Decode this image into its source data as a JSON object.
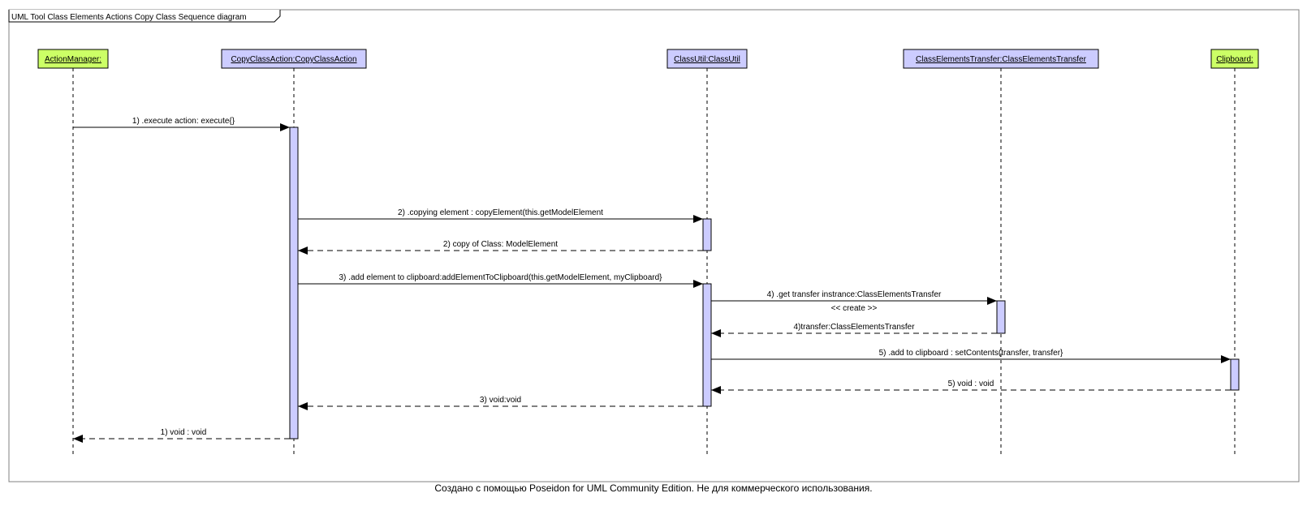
{
  "frame": {
    "title": "UML Tool Class Elements Actions Copy Class Sequence diagram"
  },
  "lifelines": [
    {
      "id": "am",
      "label": "ActionManager:",
      "fill": "#ccff66"
    },
    {
      "id": "cca",
      "label": "CopyClassAction:CopyClassAction",
      "fill": "#ccccff"
    },
    {
      "id": "cu",
      "label": "ClassUtil:ClassUtil",
      "fill": "#ccccff"
    },
    {
      "id": "cet",
      "label": "ClassElementsTransfer:ClassElementsTransfer",
      "fill": "#ccccff"
    },
    {
      "id": "cb",
      "label": "Clipboard:",
      "fill": "#ccff66"
    }
  ],
  "messages": [
    {
      "label": "1) .execute action: execute{}",
      "from": "am",
      "to": "cca",
      "kind": "call"
    },
    {
      "label": "2) .copying element : copyElement(this.getModelElement",
      "from": "cca",
      "to": "cu",
      "kind": "call"
    },
    {
      "label": "2) copy of Class: ModelElement",
      "from": "cu",
      "to": "cca",
      "kind": "return"
    },
    {
      "label": "3) .add element to clipboard:addElementToClipboard(this.getModelElement, myClipboard}",
      "from": "cca",
      "to": "cu",
      "kind": "call"
    },
    {
      "label": "4) .get transfer instrance:ClassElementsTransfer",
      "from": "cu",
      "to": "cet",
      "kind": "call",
      "stereotype": "<< create >>"
    },
    {
      "label": "4)transfer:ClassElementsTransfer",
      "from": "cet",
      "to": "cu",
      "kind": "return"
    },
    {
      "label": "5) .add to clipboard : setContents(transfer, transfer}",
      "from": "cu",
      "to": "cb",
      "kind": "call"
    },
    {
      "label": "5) void : void",
      "from": "cb",
      "to": "cu",
      "kind": "return"
    },
    {
      "label": "3) void:void",
      "from": "cu",
      "to": "cca",
      "kind": "return"
    },
    {
      "label": "1) void : void",
      "from": "cca",
      "to": "am",
      "kind": "return"
    }
  ],
  "colors": {
    "activation": "#ccccff",
    "actor_fill": "#ccff66",
    "object_fill": "#ccccff",
    "frame_stroke": "#808080"
  },
  "footer": "Создано с помощью Poseidon for UML Community Edition. Не для коммерческого использования."
}
